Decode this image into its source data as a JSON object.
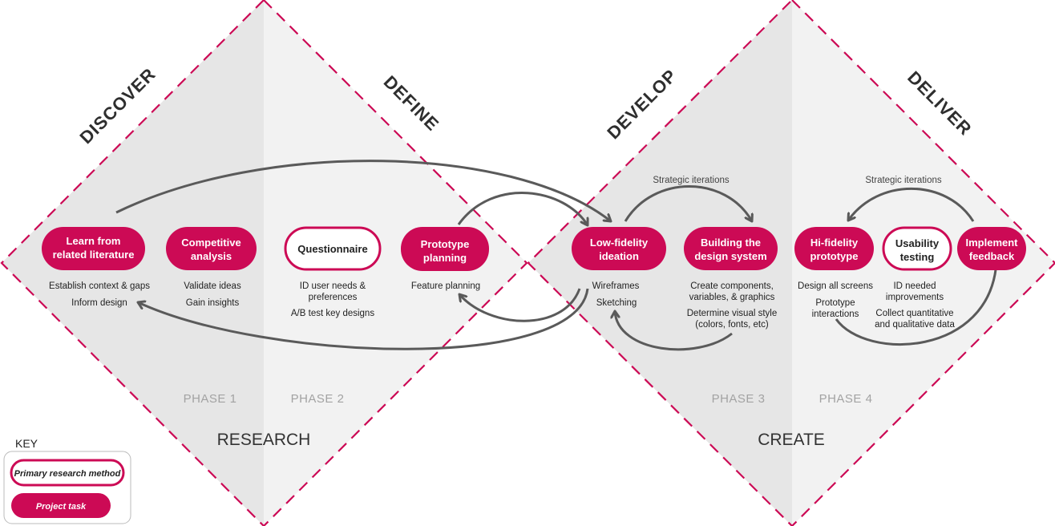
{
  "colors": {
    "accent": "#cc0a55",
    "shade_dark": "#e6e6e6",
    "shade_light": "#f2f2f2",
    "arrow": "#5a5a5a",
    "phase_text": "#a3a3a3"
  },
  "stages": {
    "discover": "DISCOVER",
    "define": "DEFINE",
    "develop": "DEVELOP",
    "deliver": "DELIVER"
  },
  "groups": {
    "research": "RESEARCH",
    "create": "CREATE"
  },
  "phases": {
    "p1": "PHASE 1",
    "p2": "PHASE 2",
    "p3": "PHASE 3",
    "p4": "PHASE 4"
  },
  "iterations": {
    "develop": "Strategic iterations",
    "deliver": "Strategic iterations"
  },
  "nodes": {
    "learn": {
      "line1": "Learn from",
      "line2": "related literature",
      "kind": "task"
    },
    "competitive": {
      "line1": "Competitive",
      "line2": "analysis",
      "kind": "task"
    },
    "questionnaire": {
      "line1": "Questionnaire",
      "kind": "research"
    },
    "prototype_planning": {
      "line1": "Prototype",
      "line2": "planning",
      "kind": "task"
    },
    "lowfi": {
      "line1": "Low-fidelity",
      "line2": "ideation",
      "kind": "task"
    },
    "design_system": {
      "line1": "Building the",
      "line2": "design system",
      "kind": "task"
    },
    "hifi": {
      "line1": "Hi-fidelity",
      "line2": "prototype",
      "kind": "task"
    },
    "usability": {
      "line1": "Usability",
      "line2": "testing",
      "kind": "research"
    },
    "implement": {
      "line1": "Implement",
      "line2": "feedback",
      "kind": "task"
    }
  },
  "notes": {
    "learn": [
      "Establish context & gaps",
      "Inform design"
    ],
    "competitive": [
      "Validate ideas",
      "Gain insights"
    ],
    "questionnaire": [
      "ID user needs &",
      "preferences",
      "A/B test key designs"
    ],
    "prototype_planning": [
      "Feature planning"
    ],
    "lowfi": [
      "Wireframes",
      "Sketching"
    ],
    "design_system": [
      "Create components,",
      "variables, & graphics",
      "Determine visual style",
      "(colors, fonts, etc)"
    ],
    "hifi": [
      "Design all screens",
      "Prototype",
      "interactions"
    ],
    "usability": [
      "ID needed",
      "improvements",
      "Collect quantitative",
      "and qualitative data"
    ]
  },
  "key": {
    "title": "KEY",
    "primary": "Primary research method",
    "task": "Project task"
  }
}
